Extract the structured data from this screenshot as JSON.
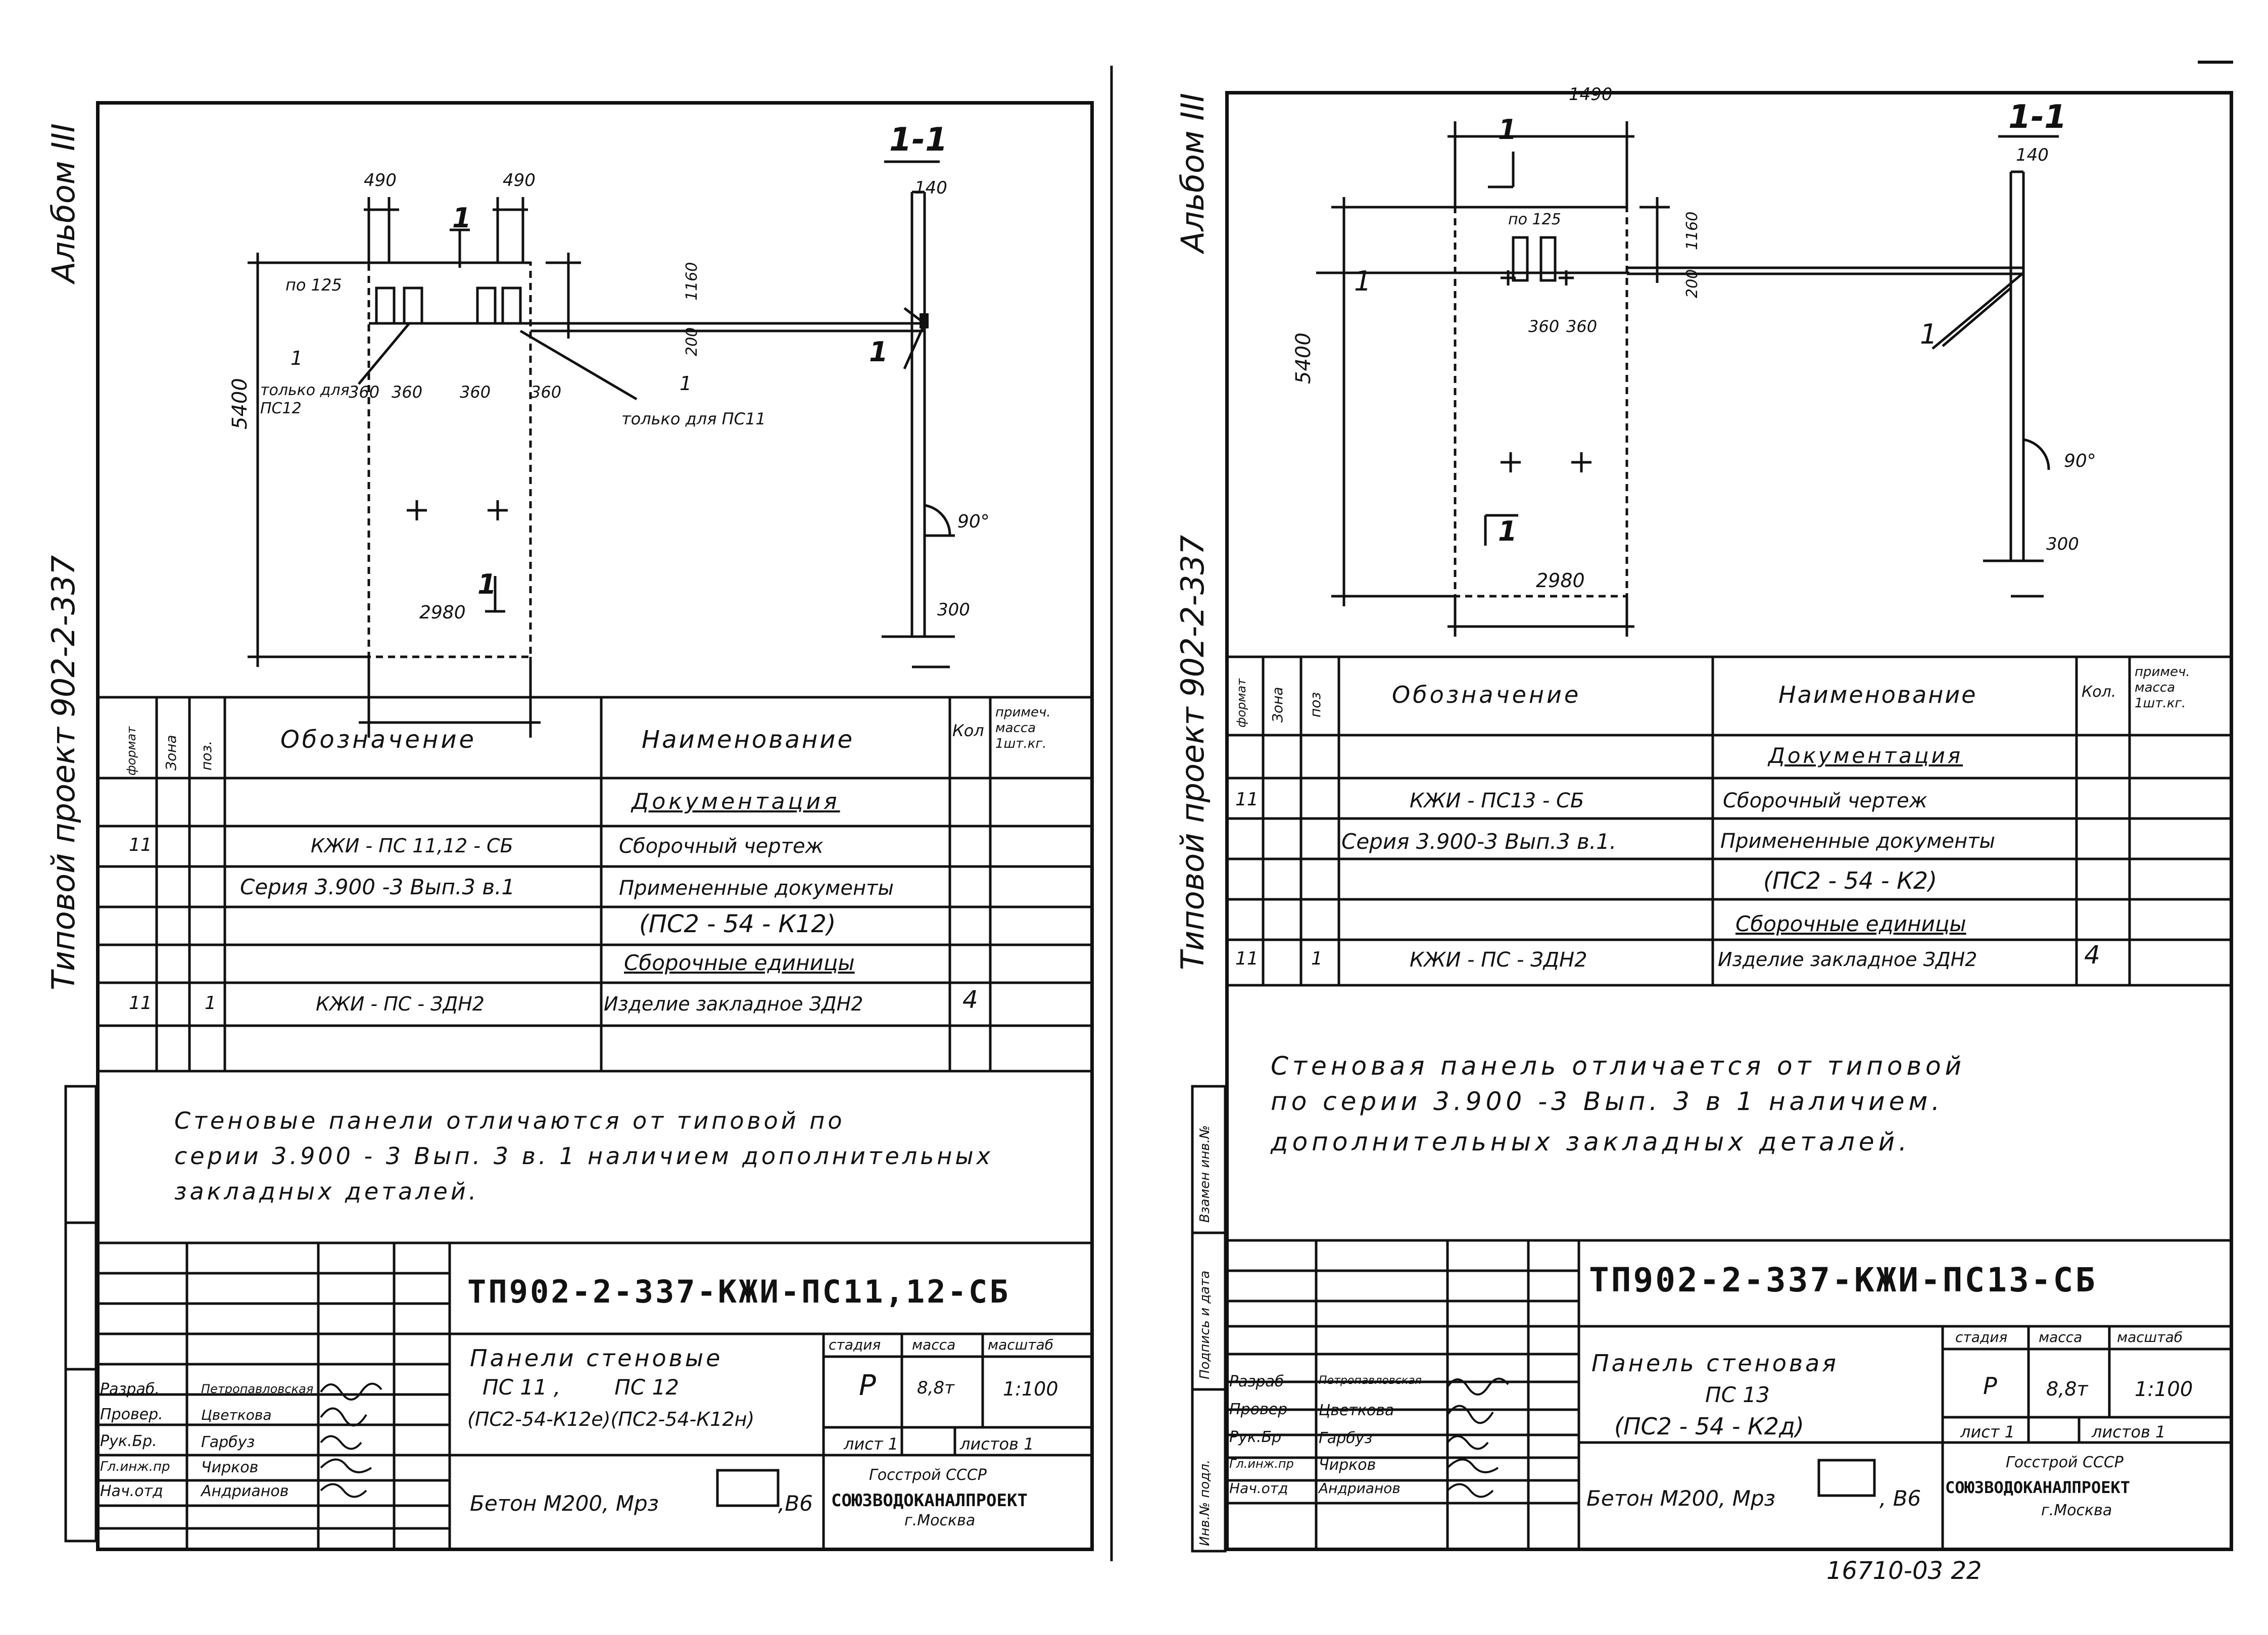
{
  "left_sheet": {
    "album_label": "Альбом III",
    "project_label": "Типовой проект 902-2-337",
    "section_mark": "1-1",
    "cut_mark": "1",
    "dims": {
      "top_left": "490",
      "top_right": "490",
      "h1160": "1160",
      "h200": "200",
      "w360a": "360",
      "w360b": "360",
      "w360c": "360",
      "w360d": "360",
      "height": "5400",
      "width": "2980",
      "thick": "140",
      "base": "300",
      "angle": "90°"
    },
    "notes": {
      "pos_dim": "по 125",
      "pos_1": "1",
      "only_pc12": "только для ПС12",
      "only_pc11": "только для ПС11"
    },
    "table": {
      "headers": {
        "format": "формат",
        "zone": "Зона",
        "pos": "поз.",
        "designation": "Обозначение",
        "name": "Наименование",
        "qty": "Кол",
        "note": "примеч. масса 1шт.кг."
      },
      "rows": [
        {
          "format": "",
          "pos": "",
          "designation": "",
          "name": "Документация",
          "qty": ""
        },
        {
          "format": "11",
          "pos": "",
          "designation": "КЖИ - ПС 11,12 - СБ",
          "name": "Сборочный чертеж",
          "qty": ""
        },
        {
          "format": "",
          "pos": "",
          "designation": "Серия 3.900 -3 Вып.3 в.1",
          "name": "Примененные документы",
          "qty": ""
        },
        {
          "format": "",
          "pos": "",
          "designation": "",
          "name": "(ПС2 - 54 - К12)",
          "qty": ""
        },
        {
          "format": "",
          "pos": "",
          "designation": "",
          "name": "Сборочные единицы",
          "qty": ""
        },
        {
          "format": "11",
          "pos": "1",
          "designation": "КЖИ - ПС - ЗДН2",
          "name": "Изделие закладное ЗДН2",
          "qty": "4"
        }
      ]
    },
    "note_text": [
      "Стеновые панели отличаются от типовой по",
      "серии 3.900 - 3 Вып. 3 в. 1 наличием дополнительных",
      "закладных деталей."
    ],
    "stamp": {
      "code": "ТП902-2-337-КЖИ-ПС11,12-СБ",
      "title_lines": [
        "Панели стеновые",
        "ПС 11 ,        ПС 12",
        "(ПС2-54-К12е)(ПС2-54-К12н)"
      ],
      "concrete": "Бетон М200, Мрз",
      "concrete_tail": ",В6",
      "stage_h": "стадия",
      "mass_h": "масса",
      "scale_h": "масштаб",
      "stage": "Р",
      "mass": "8,8т",
      "scale": "1:100",
      "sheet": "лист 1",
      "sheets": "листов 1",
      "org": [
        "Госстрой СССР",
        "СОЮЗВОДОКАНАЛПРОЕКТ",
        "г.Москва"
      ],
      "roles": [
        {
          "role": "Разраб.",
          "name": "Петропавловская"
        },
        {
          "role": "Провер.",
          "name": "Цветкова"
        },
        {
          "role": "Рук.Бр.",
          "name": "Гарбуз"
        },
        {
          "role": "Гл.инж.пр",
          "name": "Чирков"
        },
        {
          "role": "Нач.отд",
          "name": "Андрианов"
        }
      ]
    }
  },
  "right_sheet": {
    "album_label": "Альбом III",
    "project_label": "Типовой проект 902-2-337",
    "section_mark": "1-1",
    "cut_mark": "1",
    "dims": {
      "top": "1490",
      "thick": "140",
      "h1160": "1160",
      "h200": "200",
      "w360a": "360",
      "w360b": "360",
      "height": "5400",
      "width": "2980",
      "base": "300",
      "angle": "90°"
    },
    "notes": {
      "pos_dim": "по 125",
      "pos_1": "1"
    },
    "side_stamp": [
      "Инв.№ подл.",
      "Подпись и дата",
      "Взамен инв.№"
    ],
    "table": {
      "headers": {
        "format": "формат",
        "zone": "Зона",
        "pos": "поз",
        "designation": "Обозначение",
        "name": "Наименование",
        "qty": "Кол.",
        "note": "примеч. масса 1шт.кг."
      },
      "rows": [
        {
          "format": "",
          "pos": "",
          "designation": "",
          "name": "Документация",
          "qty": ""
        },
        {
          "format": "11",
          "pos": "",
          "designation": "КЖИ - ПС13 - СБ",
          "name": "Сборочный чертеж",
          "qty": ""
        },
        {
          "format": "",
          "pos": "",
          "designation": "Серия 3.900-3 Вып.3 в.1.",
          "name": "Примененные документы",
          "qty": ""
        },
        {
          "format": "",
          "pos": "",
          "designation": "",
          "name": "(ПС2 - 54 - К2)",
          "qty": ""
        },
        {
          "format": "",
          "pos": "",
          "designation": "",
          "name": "Сборочные единицы",
          "qty": ""
        },
        {
          "format": "11",
          "pos": "1",
          "designation": "КЖИ - ПС - ЗДН2",
          "name": "Изделие закладное ЗДН2",
          "qty": "4"
        }
      ]
    },
    "note_text": [
      "Стеновая панель отличается от типовой",
      "по серии 3.900 -3 Вып. 3 в 1 наличием.",
      "дополнительных закладных деталей."
    ],
    "stamp": {
      "code": "ТП902-2-337-КЖИ-ПС13-СБ",
      "title_lines": [
        "Панель стеновая",
        "ПС 13",
        "(ПС2 - 54 - К2д)"
      ],
      "concrete": "Бетон М200, Мрз",
      "concrete_tail": ", В6",
      "stage_h": "стадия",
      "mass_h": "масса",
      "scale_h": "масштаб",
      "stage": "Р",
      "mass": "8,8т",
      "scale": "1:100",
      "sheet": "лист 1",
      "sheets": "листов 1",
      "org": [
        "Госстрой СССР",
        "СОЮЗВОДОКАНАЛПРОЕКТ",
        "г.Москва"
      ],
      "roles": [
        {
          "role": "Разраб",
          "name": "Петропавловская"
        },
        {
          "role": "Провер",
          "name": "Цветкова"
        },
        {
          "role": "Рук.Бр",
          "name": "Гарбуз"
        },
        {
          "role": "Гл.инж.пр",
          "name": "Чирков"
        },
        {
          "role": "Нач.отд",
          "name": "Андрианов"
        }
      ]
    },
    "footer_number": "16710-03 22"
  }
}
